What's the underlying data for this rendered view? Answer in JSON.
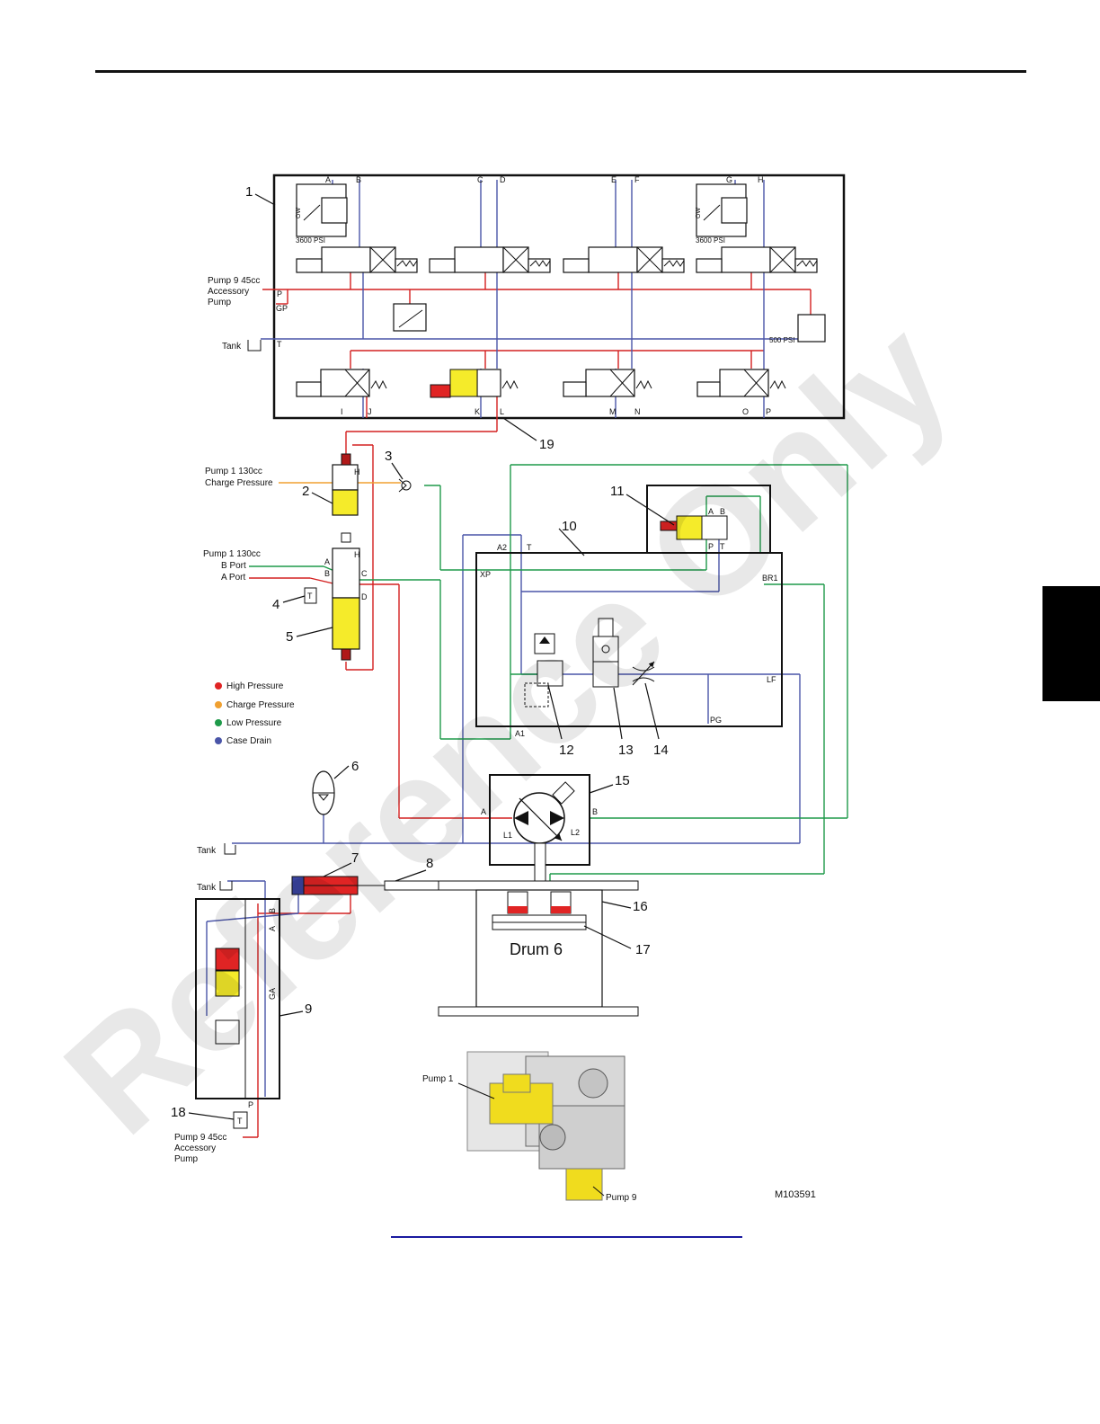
{
  "labels": {
    "pump9_line1": "Pump 9 45cc",
    "pump9_line2": "Accessory",
    "pump9_line3": "Pump",
    "tank": "Tank",
    "pump1_charge_line1": "Pump 1 130cc",
    "pump1_charge_line2": "Charge Pressure",
    "pump1_port_line1": "Pump 1 130cc",
    "pump1_port_line2": "B Port",
    "pump1_port_line3": "A Port",
    "psi_3600": "3600 PSI",
    "psi_500": "500 PSI",
    "ow": "OW",
    "drum": "Drum 6",
    "figure_id": "M103591",
    "photo_pump1": "Pump 1",
    "photo_pump9": "Pump 9"
  },
  "ports": {
    "top": [
      "A",
      "B",
      "C",
      "D",
      "E",
      "F",
      "G",
      "H"
    ],
    "bottom": [
      "I",
      "J",
      "K",
      "L",
      "M",
      "N",
      "O",
      "P"
    ],
    "p": "P",
    "gp": "GP",
    "t": "T",
    "v2_h": "H",
    "v5": [
      "A",
      "B",
      "C",
      "D"
    ],
    "motor_block": [
      "A2",
      "T",
      "XP",
      "A1",
      "LF",
      "PG",
      "BR1"
    ],
    "valve11": [
      "A",
      "B",
      "P",
      "T"
    ],
    "motor15": [
      "A",
      "B",
      "L1",
      "L2"
    ],
    "block9": [
      "B",
      "A",
      "GA",
      "P"
    ],
    "t_symbol": "T"
  },
  "callouts": [
    "1",
    "2",
    "3",
    "4",
    "5",
    "6",
    "7",
    "8",
    "9",
    "10",
    "11",
    "12",
    "13",
    "14",
    "15",
    "16",
    "17",
    "18",
    "19"
  ],
  "legend": [
    {
      "label": "High Pressure",
      "color": "#e02424"
    },
    {
      "label": "Charge Pressure",
      "color": "#f0a030"
    },
    {
      "label": "Low Pressure",
      "color": "#1f9a4a"
    },
    {
      "label": "Case Drain",
      "color": "#4a55a8"
    }
  ],
  "watermark": "Reference Only"
}
